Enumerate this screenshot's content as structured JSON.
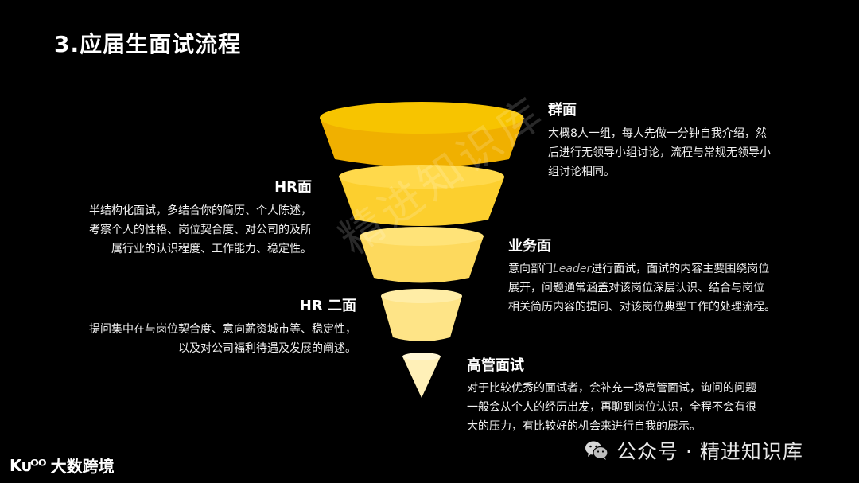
{
  "title": "3.应届生面试流程",
  "stages": [
    {
      "name": "群面",
      "desc": "大概8人一组，每人先做一分钟自我介绍，然后进行无领导小组讨论，流程与常规无领导小组讨论相同。",
      "lines": [
        "大概8人一组，每人先做一分钟自我介绍，然",
        "后进行无领导小组讨论，流程与常规无领导小",
        "组讨论相同。"
      ]
    },
    {
      "name": "HR面",
      "lines": [
        "半结构化面试，多结合你的简历、个人陈述，",
        "考察个人的性格、岗位契合度、对公司的及所",
        "属行业的认识程度、工作能力、稳定性。"
      ]
    },
    {
      "name": "业务面",
      "line1_pre": "意向部门",
      "line1_leader": "Leader",
      "line1_post": "进行面试，面试的内容主要围绕岗位",
      "lines": [
        "展开，问题通常涵盖对该岗位深层认识、结合与岗位",
        "相关简历内容的提问、对该岗位典型工作的处理流程。"
      ]
    },
    {
      "name": "HR 二面",
      "lines": [
        "提问集中在与岗位契合度、意向薪资城市等、稳定性，",
        "以及对公司福利待遇及发展的阐述。"
      ]
    },
    {
      "name": "高管面试",
      "lines": [
        "对于比较优秀的面试者，会补充一场高管面试，询问的问题",
        "一般会从个人的经历出发，再聊到岗位认识，全程不会有很",
        "大的压力，有比较好的机会来进行自我的展示。"
      ]
    }
  ],
  "watermark": "精进知识库",
  "footer": {
    "logo_mark": "Kᴜᴼᴼ",
    "logo_text": "大数跨境",
    "wechat_text": "公众号 · 精进知识库"
  },
  "colors": {
    "tier1": "#f5b800",
    "tier2": "#fdd23a",
    "tier3": "#fedd6a",
    "tier4": "#fee88f",
    "tier5": "#fff3bf"
  }
}
